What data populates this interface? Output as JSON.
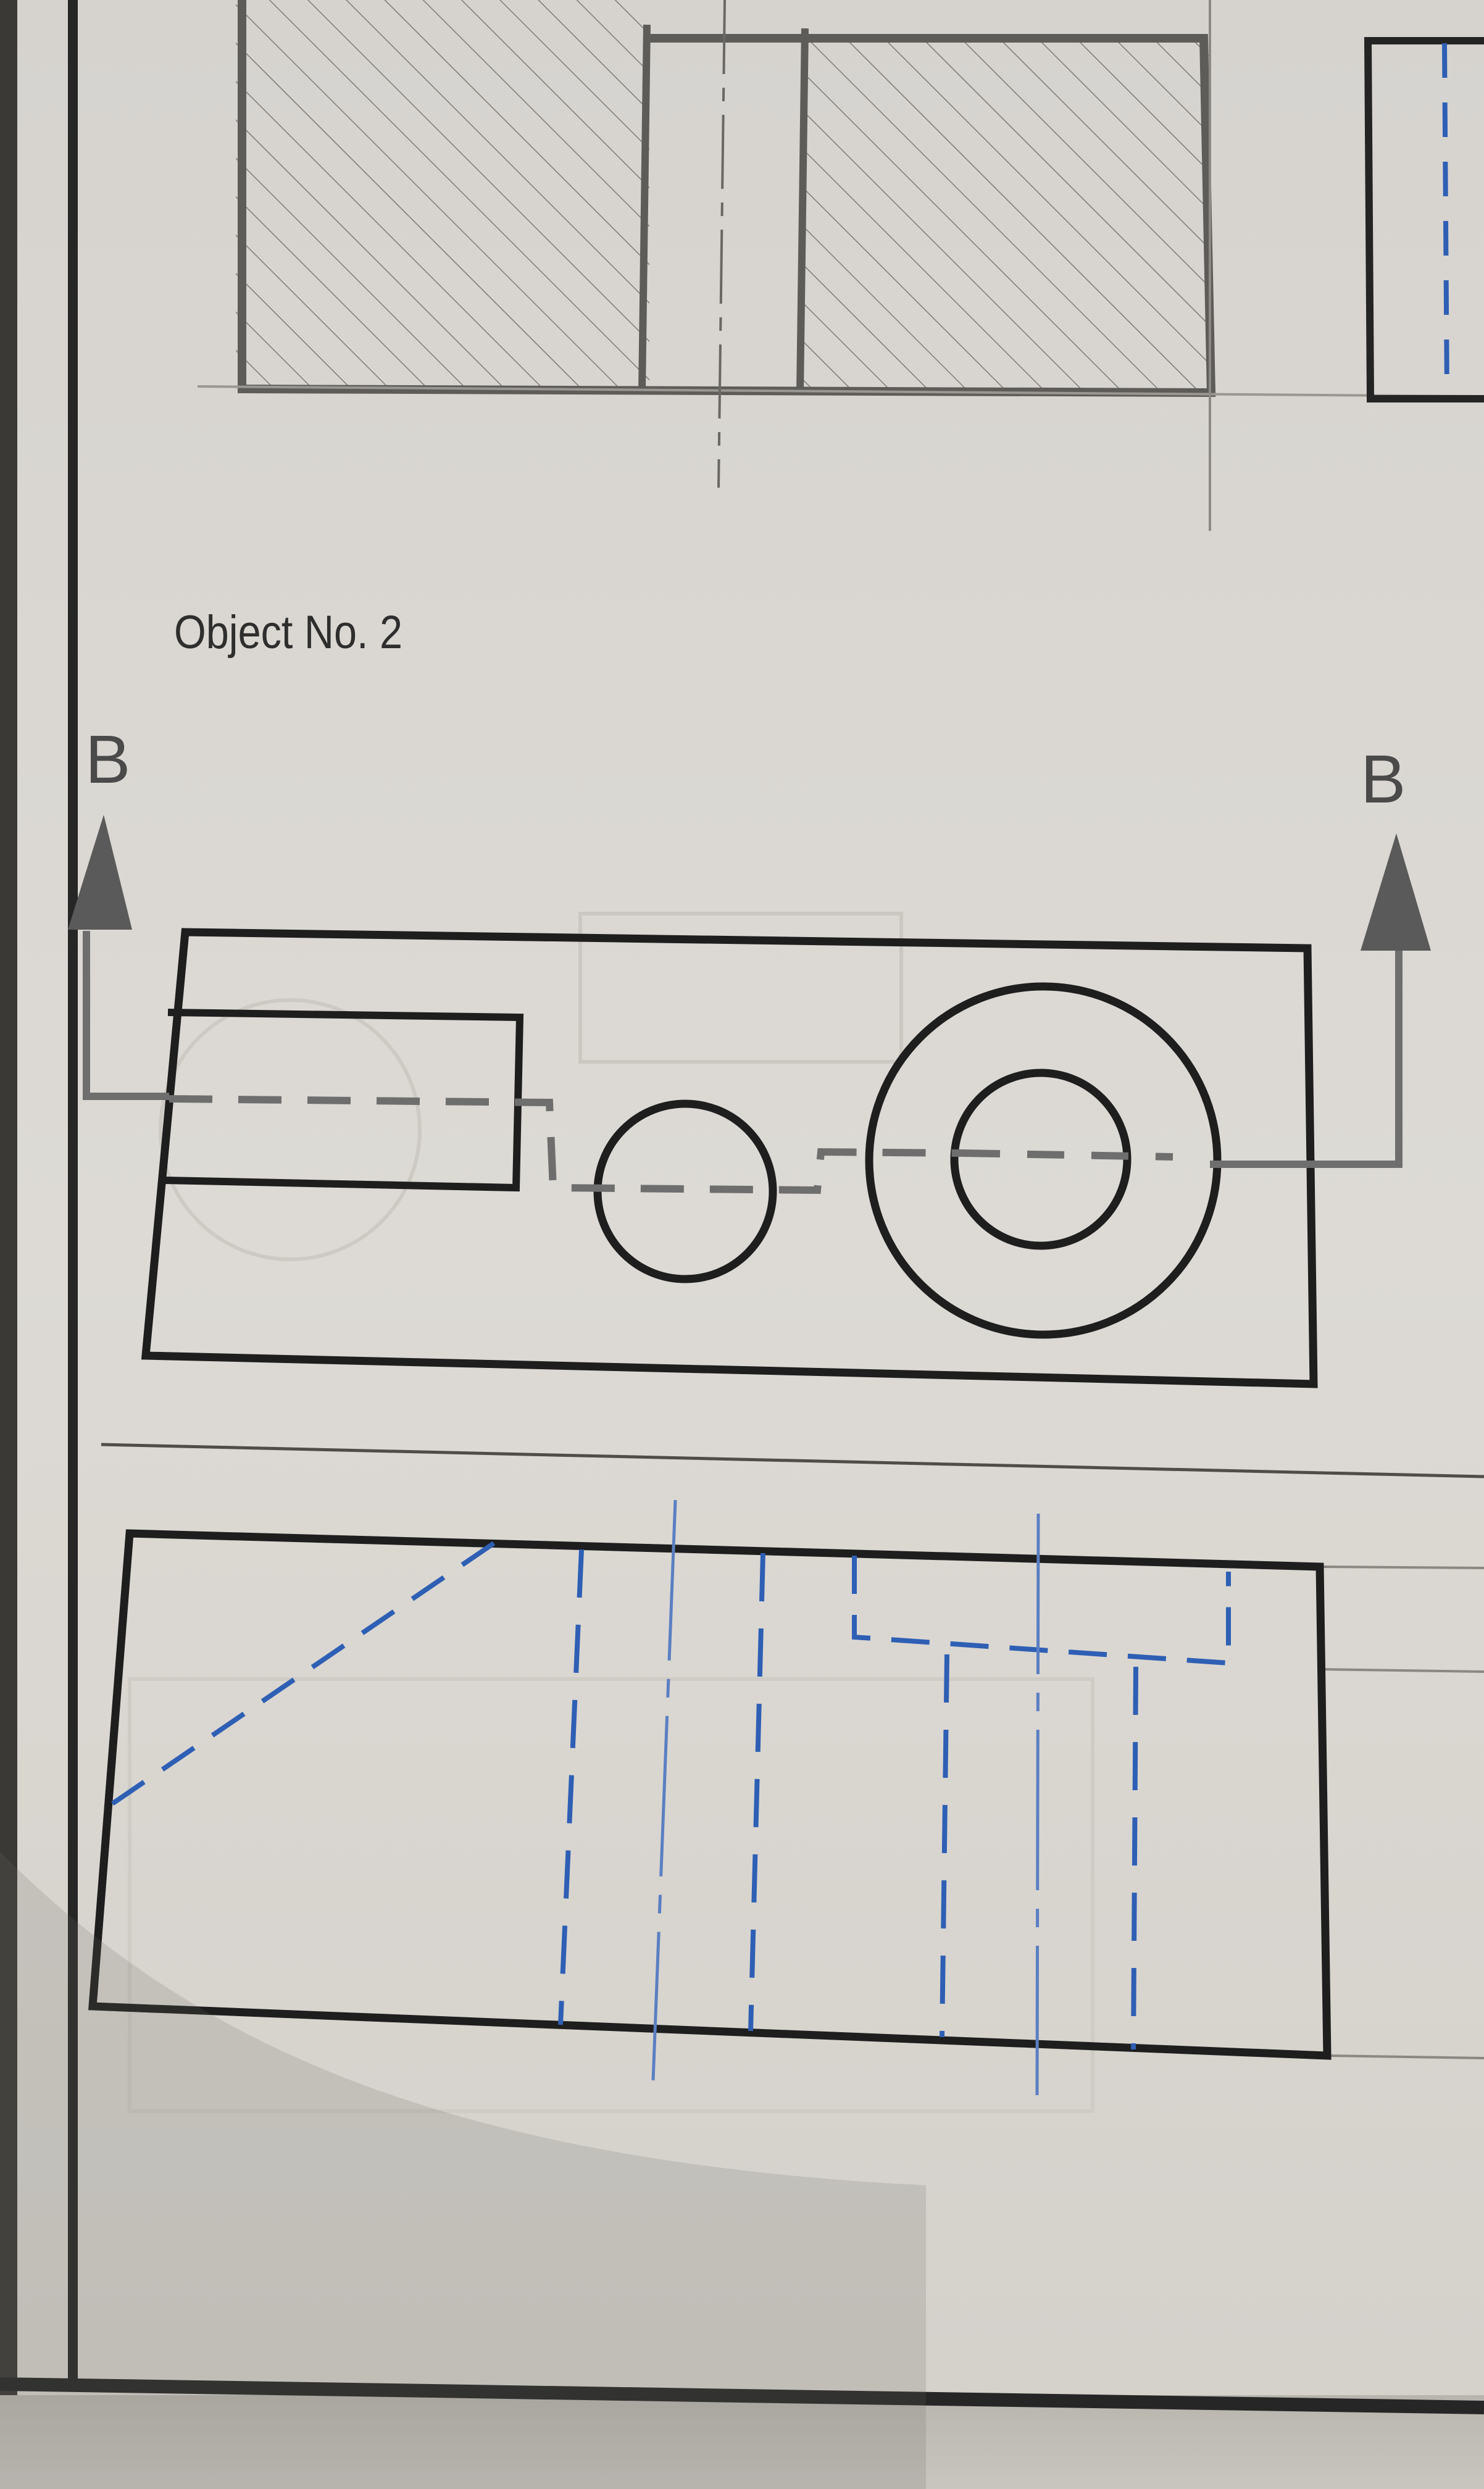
{
  "object_label": "Object No. 2",
  "cutting_plane": {
    "left_label": "B",
    "right_label": "B"
  },
  "colors": {
    "paper": "#dcd8d2",
    "shadow": "#3c3a37",
    "object_line": "#1e1e1e",
    "section_line": "#6e6e6e",
    "pencil_line": "#8a8a8a",
    "hidden_line_blue": "#2e5fb4",
    "border_dark": "#2a2a2a"
  }
}
